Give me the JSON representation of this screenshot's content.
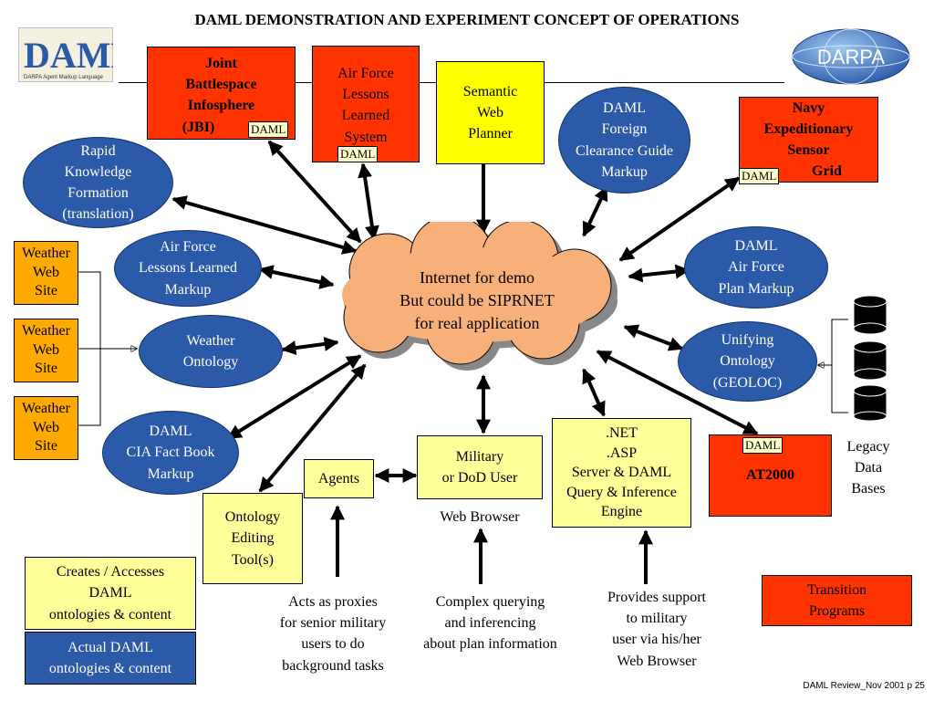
{
  "title": "DAML DEMONSTRATION AND EXPERIMENT CONCEPT OF OPERATIONS",
  "logo_left": {
    "main": "DAML",
    "sub": "DARPA Agent Markup Language"
  },
  "logo_right": {
    "text": "DARPA"
  },
  "daml_tag": "DAML",
  "cloud": {
    "line1": "Internet for demo",
    "line2": "But could be SIPRNET",
    "line3": "for real application"
  },
  "nodes": {
    "jbi": {
      "line1": "Joint",
      "line2": "Battlespace",
      "line3": "Infosphere",
      "line4": "(JBI)"
    },
    "af_lessons_system": {
      "line1": "Air Force",
      "line2": "Lessons",
      "line3": "Learned",
      "line4": "System"
    },
    "semantic_web_planner": {
      "line1": "Semantic",
      "line2": "Web",
      "line3": "Planner"
    },
    "foreign_clearance": {
      "line1": "DAML",
      "line2": "Foreign",
      "line3": "Clearance Guide",
      "line4": "Markup"
    },
    "navy_sensor_grid": {
      "line1": "Navy",
      "line2": "Expeditionary",
      "line3": "Sensor",
      "line4": "Grid"
    },
    "rapid_knowledge": {
      "line1": "Rapid",
      "line2": "Knowledge",
      "line3": "Formation",
      "line4": "(translation)"
    },
    "af_lessons_markup": {
      "line1": "Air Force",
      "line2": "Lessons Learned",
      "line3": "Markup"
    },
    "af_plan_markup": {
      "line1": "DAML",
      "line2": "Air Force",
      "line3": "Plan Markup"
    },
    "weather_ontology": {
      "line1": "Weather",
      "line2": "Ontology"
    },
    "unifying_ontology": {
      "line1": "Unifying",
      "line2": "Ontology",
      "line3": "(GEOLOC)"
    },
    "cia_factbook": {
      "line1": "DAML",
      "line2": "CIA Fact Book",
      "line3": "Markup"
    },
    "weather_site": {
      "line1": "Weather",
      "line2": "Web",
      "line3": "Site"
    },
    "net_server": {
      "line1": ".NET",
      "line2": ".ASP",
      "line3": "Server & DAML",
      "line4": "Query & Inference",
      "line5": "Engine"
    },
    "military_user": {
      "line1": "Military",
      "line2": "or DoD User"
    },
    "agents": {
      "line1": "Agents"
    },
    "ontology_editing": {
      "line1": "Ontology",
      "line2": "Editing",
      "line3": "Tool(s)"
    },
    "at2000": {
      "line1": "AT2000"
    },
    "legacy": {
      "line1": "Legacy",
      "line2": "Data",
      "line3": "Bases"
    },
    "web_browser": {
      "line1": "Web Browser"
    }
  },
  "legend": {
    "creates": {
      "line1": "Creates / Accesses",
      "line2": "DAML",
      "line3": "ontologies & content"
    },
    "actual": {
      "line1": "Actual DAML",
      "line2": "ontologies & content"
    },
    "transition": {
      "line1": "Transition",
      "line2": "Programs"
    }
  },
  "captions": {
    "agents": {
      "line1": "Acts as proxies",
      "line2": "for senior military",
      "line3": "users to do",
      "line4": "background tasks"
    },
    "querying": {
      "line1": "Complex querying",
      "line2": "and inferencing",
      "line3": "about plan information"
    },
    "support": {
      "line1": "Provides support",
      "line2": "to military",
      "line3": "user via his/her",
      "line4": "Web Browser"
    }
  },
  "footer": "DAML Review_Nov 2001   p 25"
}
